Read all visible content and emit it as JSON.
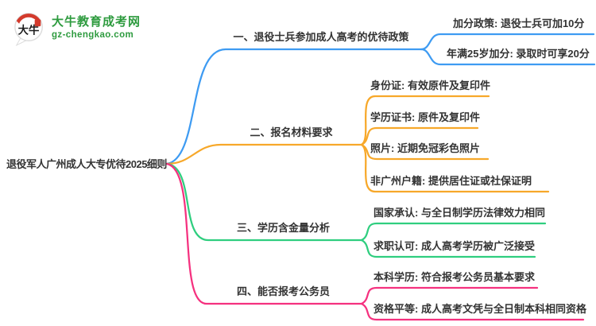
{
  "logo": {
    "badge_text": "大牛",
    "site_name": "大牛教育成考网",
    "site_url": "gz-chengkao.com"
  },
  "root_title": "退役军人广州成人大专优待2025细则",
  "palette": {
    "blue": "#3E9BF2",
    "orange": "#F7A82A",
    "green": "#2FCE7F",
    "pink": "#F5317F",
    "brand_green": "#2E9B3F",
    "brand_red": "#D33A2C",
    "ink": "#333333"
  },
  "branches": [
    {
      "label": "一、退役士兵参加成人高考的优待政策",
      "children": [
        "加分政策: 退役士兵可加10分",
        "年满25岁加分: 录取时可享20分"
      ]
    },
    {
      "label": "二、报名材料要求",
      "children": [
        "身份证: 有效原件及复印件",
        "学历证书: 原件及复印件",
        "照片: 近期免冠彩色照片",
        "非广州户籍: 提供居住证或社保证明"
      ]
    },
    {
      "label": "三、学历含金量分析",
      "children": [
        "国家承认: 与全日制学历法律效力相同",
        "求职认可: 成人高考学历被广泛接受"
      ]
    },
    {
      "label": "四、能否报考公务员",
      "children": [
        "本科学历: 符合报考公务员基本要求",
        "资格平等: 成人高考文凭与全日制本科相同资格"
      ]
    }
  ]
}
